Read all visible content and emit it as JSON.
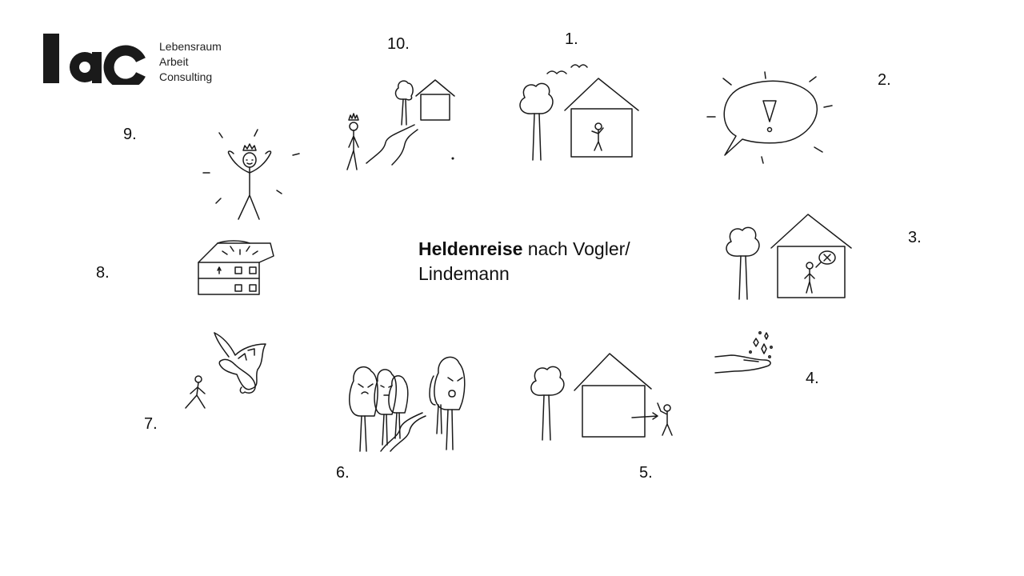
{
  "logo": {
    "mark": "lac",
    "line1": "Lebensraum",
    "line2": "Arbeit",
    "line3": "Consulting"
  },
  "title": {
    "bold": "Heldenreise",
    "rest": " nach Vogler/",
    "line2": "Lindemann"
  },
  "steps": [
    "1.",
    "2.",
    "3.",
    "4.",
    "5.",
    "6.",
    "7.",
    "8.",
    "9.",
    "10."
  ],
  "icons": {
    "s1": "house-with-hero-icon",
    "s2": "speech-bubble-exclamation-icon",
    "s3": "house-refusal-icon",
    "s4": "hand-with-sparkles-icon",
    "s5": "hero-leaving-house-icon",
    "s6": "dark-forest-path-icon",
    "s7": "dragon-fight-icon",
    "s8": "treasure-chest-icon",
    "s9": "crowned-hero-cheering-icon",
    "s10": "crowned-hero-return-path-icon"
  }
}
